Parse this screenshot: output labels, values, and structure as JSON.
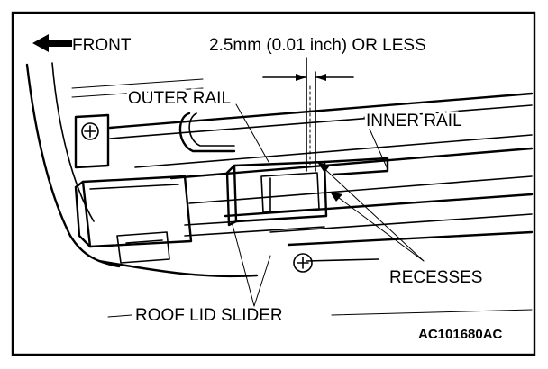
{
  "labels": {
    "front": "FRONT",
    "clearance": "2.5mm (0.01 inch) OR LESS",
    "outer_rail": "OUTER RAIL",
    "inner_rail": "INNER RAIL",
    "recesses": "RECESSES",
    "roof_lid_slider": "ROOF LID SLIDER",
    "figure_code": "AC101680AC"
  }
}
